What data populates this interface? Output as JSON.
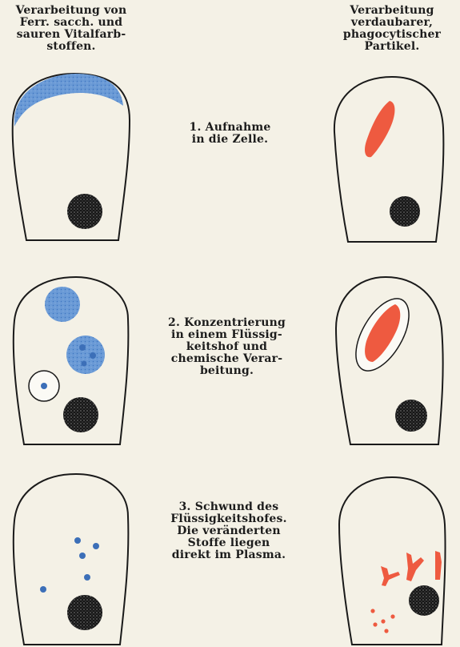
{
  "headers": {
    "left": "Verarbeitung von\nFerr. sacch. und\nsauren Vitalfarb-\nstoffen.",
    "right": "Verarbeitung\nverdaubarer,\nphagocytischer\nPartikel."
  },
  "steps": [
    {
      "label": "1. Aufnahme\nin die Zelle."
    },
    {
      "label": "2. Konzentrierung\nin einem Flüssig-\nkeitshof und\nchemische Verar-\nbeitung."
    },
    {
      "label": "3. Schwund des\nFlüssigkeitshofes.\nDie veränderten\nStoffe liegen\ndirekt im Plasma."
    }
  ],
  "colors": {
    "paper": "#f4f1e6",
    "outline": "#1a1a1a",
    "vital_dye_blue": "#5b8fd0",
    "particle_red": "#ee5a40",
    "nucleus": "#161616"
  }
}
